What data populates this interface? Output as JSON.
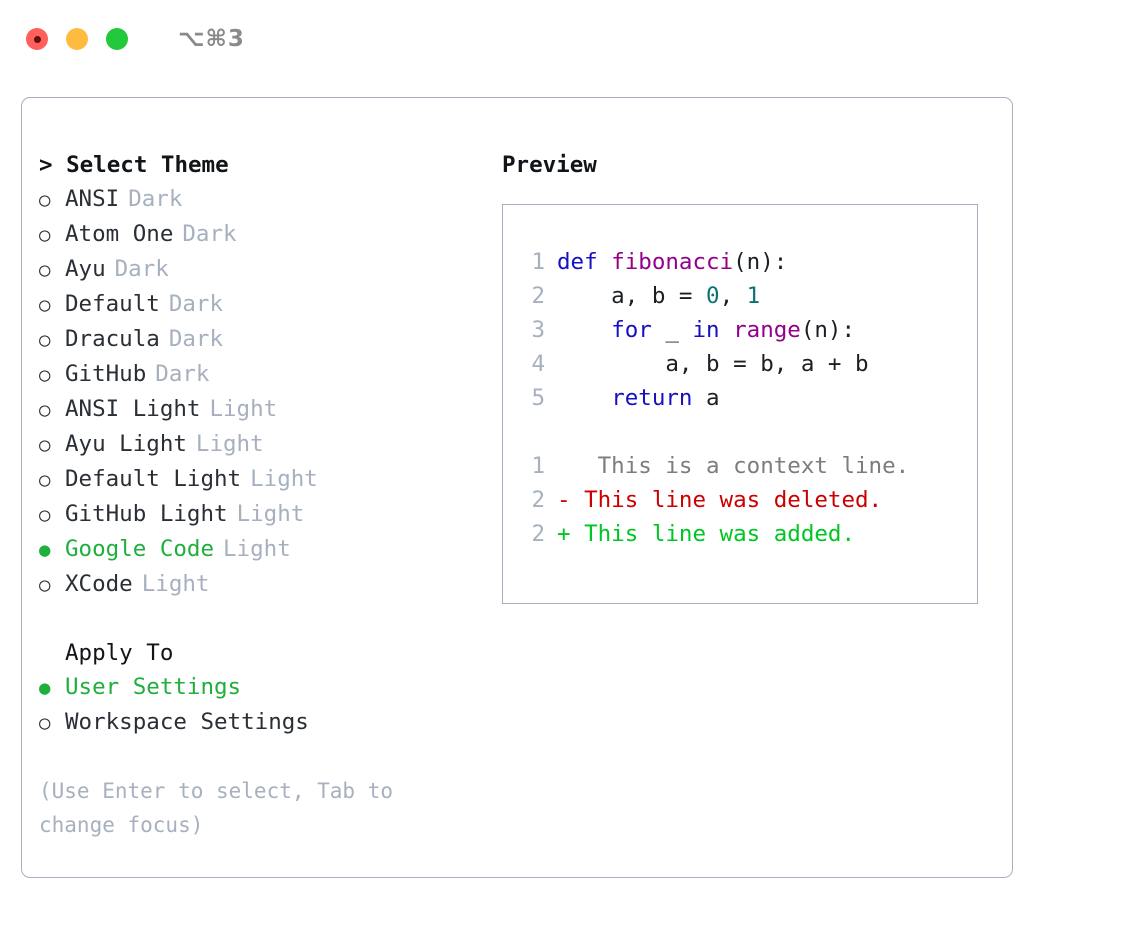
{
  "window": {
    "title": "⌥⌘3",
    "traffic_lights": [
      "close-red",
      "minimize-yellow",
      "maximize-green"
    ]
  },
  "colors": {
    "accent_green": "#1faf3c",
    "muted": "#a7b0bf",
    "text": "#2a2f36",
    "keyword_blue": "#1510c0",
    "function_magenta": "#94008c",
    "number_teal": "#0a7373",
    "diff_delete_red": "#cc0000",
    "diff_add_green": "#00c624",
    "border": "#a7b0bf"
  },
  "theme_panel": {
    "heading": "> Select Theme",
    "options": [
      {
        "marker": "○",
        "selected": false,
        "name": "ANSI",
        "kind": "Dark"
      },
      {
        "marker": "○",
        "selected": false,
        "name": "Atom One",
        "kind": "Dark"
      },
      {
        "marker": "○",
        "selected": false,
        "name": "Ayu",
        "kind": "Dark"
      },
      {
        "marker": "○",
        "selected": false,
        "name": "Default",
        "kind": "Dark"
      },
      {
        "marker": "○",
        "selected": false,
        "name": "Dracula",
        "kind": "Dark"
      },
      {
        "marker": "○",
        "selected": false,
        "name": "GitHub",
        "kind": "Dark"
      },
      {
        "marker": "○",
        "selected": false,
        "name": "ANSI Light",
        "kind": "Light"
      },
      {
        "marker": "○",
        "selected": false,
        "name": "Ayu Light",
        "kind": "Light"
      },
      {
        "marker": "○",
        "selected": false,
        "name": "Default Light",
        "kind": "Light"
      },
      {
        "marker": "○",
        "selected": false,
        "name": "GitHub Light",
        "kind": "Light"
      },
      {
        "marker": "●",
        "selected": true,
        "name": "Google Code",
        "kind": "Light"
      },
      {
        "marker": "○",
        "selected": false,
        "name": "XCode",
        "kind": "Light"
      }
    ]
  },
  "apply_to": {
    "heading": "Apply To",
    "options": [
      {
        "marker": "●",
        "selected": true,
        "name": "User Settings"
      },
      {
        "marker": "○",
        "selected": false,
        "name": "Workspace Settings"
      }
    ]
  },
  "hint": "(Use Enter to select, Tab to change focus)",
  "preview": {
    "heading": "Preview",
    "code_lines": [
      {
        "num": "1",
        "tokens": [
          {
            "t": "def ",
            "c": "kw"
          },
          {
            "t": "fibonacci",
            "c": "fn"
          },
          {
            "t": "(n):",
            "c": "pl"
          }
        ]
      },
      {
        "num": "2",
        "tokens": [
          {
            "t": "    a, b = ",
            "c": "pl"
          },
          {
            "t": "0",
            "c": "num"
          },
          {
            "t": ", ",
            "c": "pl"
          },
          {
            "t": "1",
            "c": "num"
          }
        ]
      },
      {
        "num": "3",
        "tokens": [
          {
            "t": "    ",
            "c": "pl"
          },
          {
            "t": "for",
            "c": "kw"
          },
          {
            "t": " _ ",
            "c": "pl"
          },
          {
            "t": "in",
            "c": "kw"
          },
          {
            "t": " ",
            "c": "pl"
          },
          {
            "t": "range",
            "c": "fn"
          },
          {
            "t": "(n):",
            "c": "pl"
          }
        ]
      },
      {
        "num": "4",
        "tokens": [
          {
            "t": "        a, b = b, a + b",
            "c": "pl"
          }
        ]
      },
      {
        "num": "5",
        "tokens": [
          {
            "t": "    ",
            "c": "pl"
          },
          {
            "t": "return",
            "c": "kw"
          },
          {
            "t": " a",
            "c": "pl"
          }
        ]
      }
    ],
    "diff_lines": [
      {
        "num": "1",
        "sign": " ",
        "text": "  This is a context line.",
        "kind": "ctx"
      },
      {
        "num": "2",
        "sign": "-",
        "text": " This line was deleted.",
        "kind": "del"
      },
      {
        "num": "2",
        "sign": "+",
        "text": " This line was added.",
        "kind": "add"
      }
    ]
  }
}
